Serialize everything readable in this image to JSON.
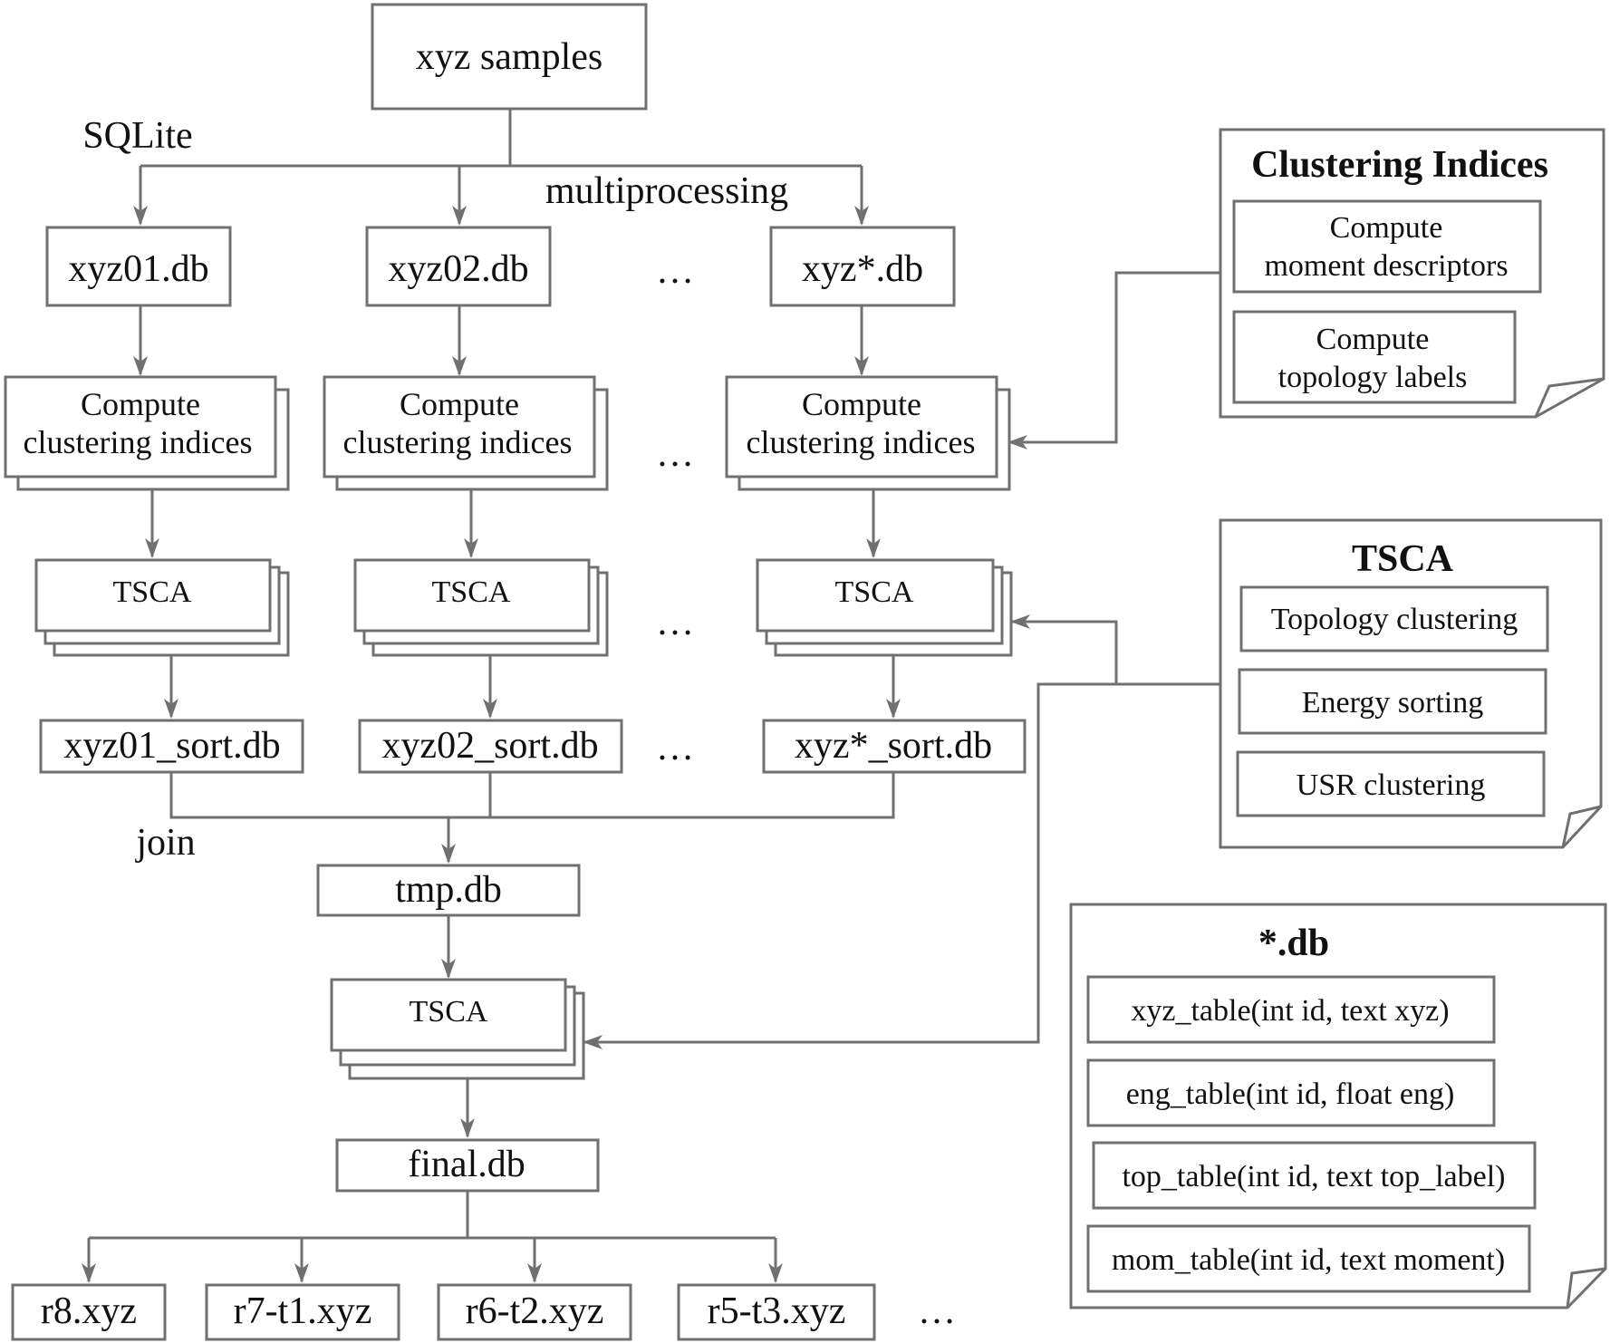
{
  "top": {
    "samples": "xyz samples",
    "sqlite": "SQLite",
    "multiprocessing": "multiprocessing"
  },
  "columns": [
    {
      "db": "xyz01.db",
      "compute": [
        "Compute",
        "clustering indices"
      ],
      "tsca": "TSCA",
      "sort_db": "xyz01_sort.db"
    },
    {
      "db": "xyz02.db",
      "compute": [
        "Compute",
        "clustering indices"
      ],
      "tsca": "TSCA",
      "sort_db": "xyz02_sort.db"
    },
    {
      "db": "xyz*.db",
      "compute": [
        "Compute",
        "clustering indices"
      ],
      "tsca": "TSCA",
      "sort_db": "xyz*_sort.db"
    }
  ],
  "ellipsis": "…",
  "join": "join",
  "tmp_db": "tmp.db",
  "final_tsca": "TSCA",
  "final_db": "final.db",
  "outputs": [
    "r8.xyz",
    "r7-t1.xyz",
    "r6-t2.xyz",
    "r5-t3.xyz"
  ],
  "notes": {
    "clustering": {
      "title": "Clustering Indices",
      "items": [
        [
          "Compute",
          "moment descriptors"
        ],
        [
          "Compute",
          "topology labels"
        ]
      ]
    },
    "tsca": {
      "title": "TSCA",
      "items": [
        "Topology clustering",
        "Energy sorting",
        "USR clustering"
      ]
    },
    "db": {
      "title": "*.db",
      "items": [
        "xyz_table(int id, text xyz)",
        "eng_table(int id, float eng)",
        "top_table(int id, text top_label)",
        "mom_table(int id, text moment)"
      ]
    }
  },
  "colors": {
    "stroke": "#707070",
    "text": "#111111",
    "background": "#ffffff"
  }
}
